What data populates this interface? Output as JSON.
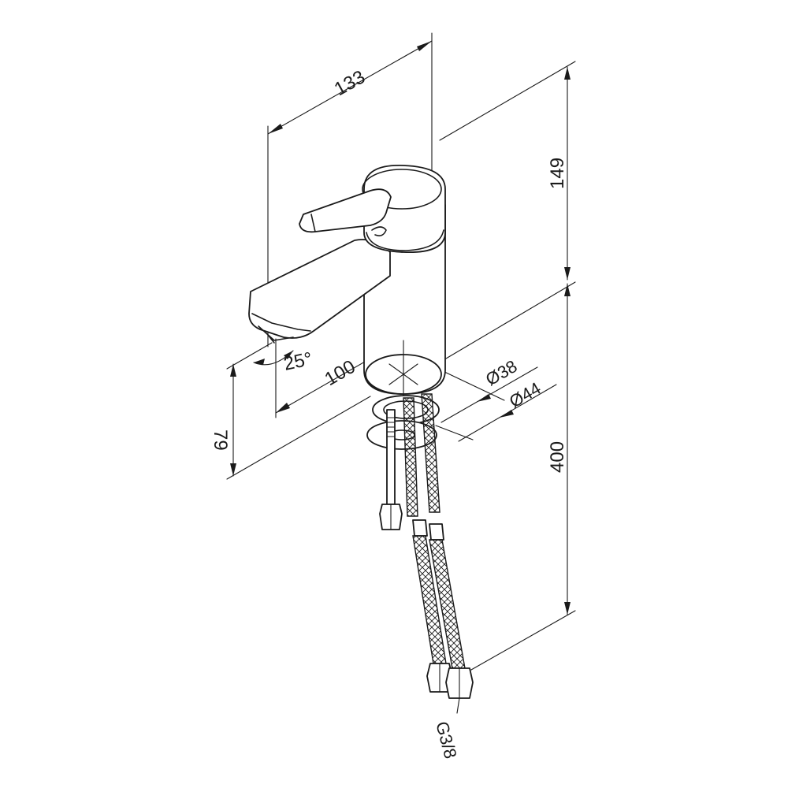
{
  "dimensions": {
    "overall_length": "133",
    "top_height": "149",
    "spout_height": "79",
    "spout_angle": "25°",
    "spout_reach": "100",
    "body_diameter": "Ø38",
    "base_diameter": "Ø44",
    "total_height": "400",
    "thread": "G3/8"
  }
}
